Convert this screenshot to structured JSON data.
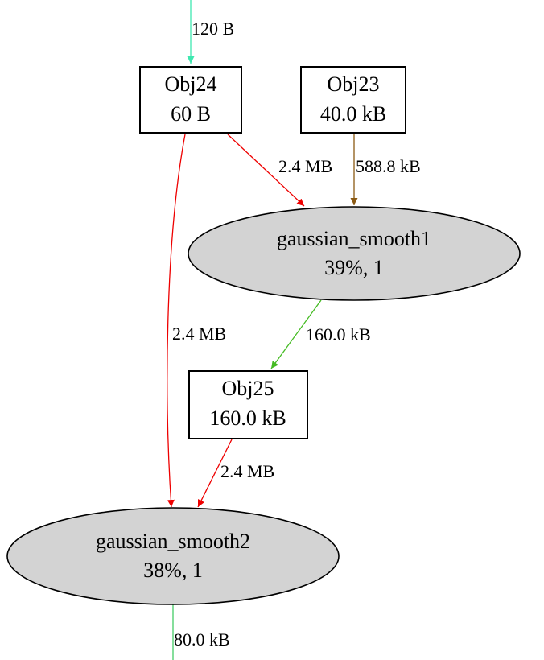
{
  "nodes": {
    "obj24": {
      "name": "Obj24",
      "size": "60 B"
    },
    "obj23": {
      "name": "Obj23",
      "size": "40.0 kB"
    },
    "gs1": {
      "name": "gaussian_smooth1",
      "stats": "39%, 1"
    },
    "obj25": {
      "name": "Obj25",
      "size": "160.0 kB"
    },
    "gs2": {
      "name": "gaussian_smooth2",
      "stats": "38%, 1"
    }
  },
  "edges": {
    "in_obj24": {
      "label": "120 B",
      "color": "#3ee8b0"
    },
    "obj24_gs1": {
      "label": "2.4 MB",
      "color": "#ee0000"
    },
    "obj23_gs1": {
      "label": "588.8 kB",
      "color": "#8b5a14"
    },
    "gs1_obj25": {
      "label": "160.0 kB",
      "color": "#44bb22"
    },
    "obj24_gs2": {
      "label": "2.4 MB",
      "color": "#ee0000"
    },
    "obj25_gs2": {
      "label": "2.4 MB",
      "color": "#ee0000"
    },
    "gs2_out": {
      "label": "80.0 kB",
      "color": "#44cc66"
    }
  },
  "colors": {
    "node_fill": "#d3d3d3",
    "node_stroke": "#000000"
  }
}
